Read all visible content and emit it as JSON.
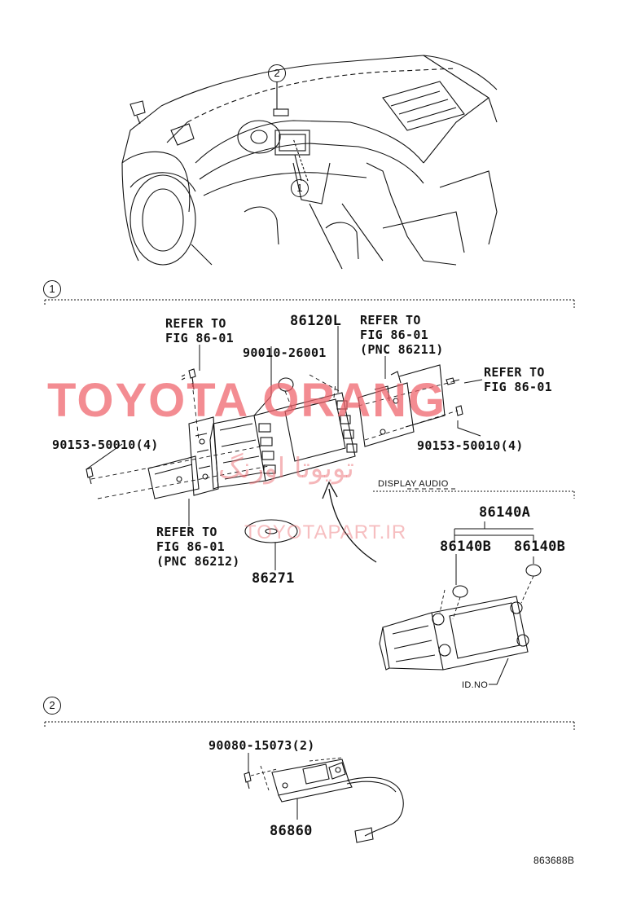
{
  "watermark": {
    "main": "TOYOTA ORANG",
    "farsi": "تویوتا اورنگ",
    "url": "TOYOTAPART.IR"
  },
  "callouts": {
    "one": "1",
    "two": "2"
  },
  "section1": {
    "label_86120L": "86120L",
    "label_90010": "90010-26001",
    "refer_left_top": [
      "REFER TO",
      "FIG 86-01"
    ],
    "refer_right_top": [
      "REFER TO",
      "FIG 86-01",
      "(PNC 86211)"
    ],
    "refer_far_right": [
      "REFER TO",
      "FIG 86-01"
    ],
    "bolt_left": "90153-50010(4)",
    "bolt_right": "90153-50010(4)",
    "refer_bottom": [
      "REFER TO",
      "FIG 86-01",
      "(PNC 86212)"
    ],
    "label_86271": "86271",
    "display_audio": "DISPLAY AUDIO",
    "label_86140A": "86140A",
    "label_86140B_left": "86140B",
    "label_86140B_right": "86140B",
    "id_no": "ID.NO"
  },
  "section2": {
    "label_90080": "90080-15073(2)",
    "label_86860": "86860"
  },
  "figure_code": "863688B"
}
